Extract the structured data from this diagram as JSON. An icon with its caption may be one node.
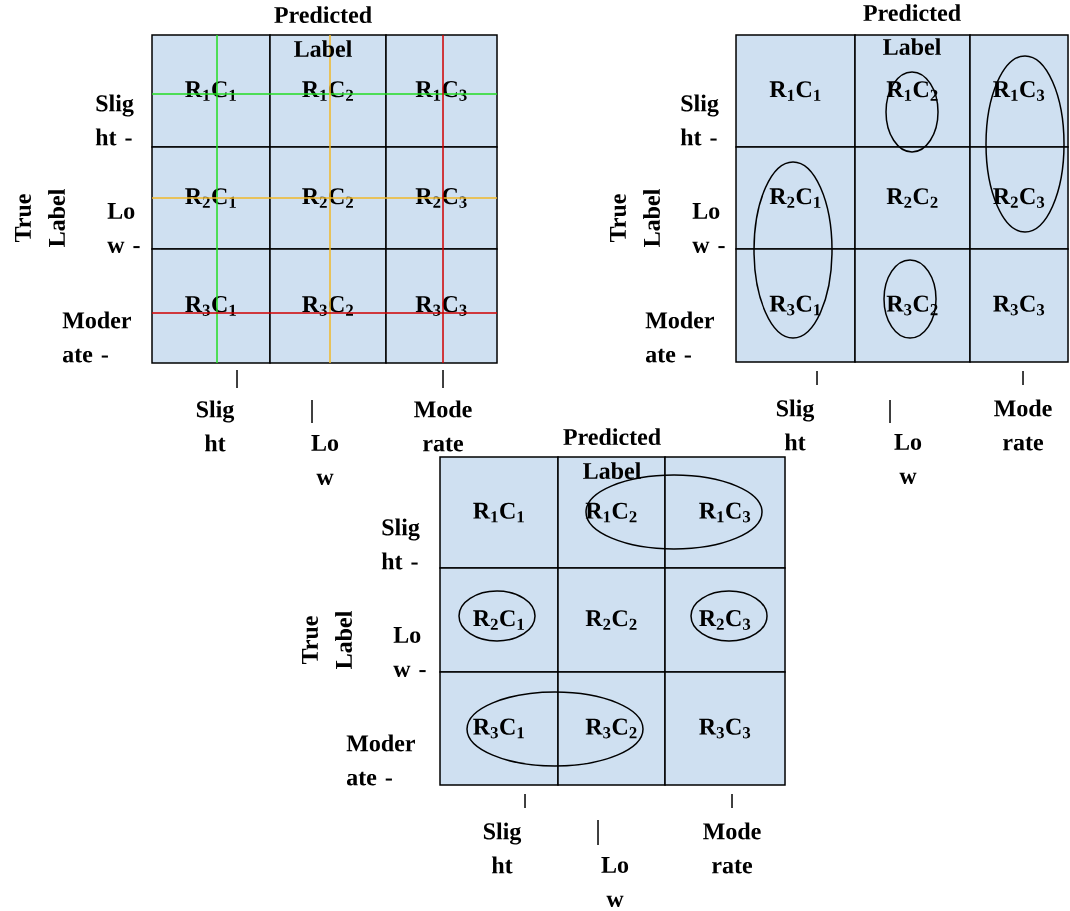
{
  "diagram": {
    "nodes": [
      {
        "text": [
          "R$_{1}$C$_{1}$"
        ]
      },
      {
        "text": [
          "R$_{1}$C$_{2}$"
        ]
      },
      {
        "text": [
          "R$_{1}$C$_{3}$"
        ]
      },
      {
        "text": [
          "R$_{2}$C$_{1}$"
        ]
      },
      {
        "text": [
          "R$_{2}$C$_{2}$"
        ]
      },
      {
        "text": [
          "R$_{2}$C$_{3}$"
        ]
      },
      {
        "text": [
          "R$_{3}$C$_{1}$"
        ]
      },
      {
        "text": [
          "R$_{3}$C$_{2}$"
        ]
      },
      {
        "text": [
          "R$_{3}$C$_{3}$"
        ]
      },
      {
        "text": [
          "R$_{1}$C$_{1}$"
        ]
      },
      {
        "text": [
          "R$_{1}$C$_{2}$"
        ]
      },
      {
        "text": [
          "R$_{1}$C$_{3}$"
        ]
      },
      {
        "text": [
          "R$_{2}$C$_{1}$"
        ]
      },
      {
        "text": [
          "R$_{2}$C$_{2}$"
        ]
      },
      {
        "text": [
          "R$_{2}$C$_{3}$"
        ]
      },
      {
        "text": [
          "R$_{3}$C$_{1}$"
        ]
      },
      {
        "text": [
          "R$_{3}$C$_{2}$"
        ]
      },
      {
        "text": [
          "R$_{3}$C$_{3}$"
        ]
      },
      {
        "text": [
          "R$_{1}$C$_{1}$"
        ]
      },
      {
        "text": [
          "R$_{1}$C$_{2}$"
        ]
      },
      {
        "text": [
          "R$_{1}$C$_{3}$"
        ]
      },
      {
        "text": [
          "R$_{2}$C$_{1}$"
        ]
      },
      {
        "text": [
          "R$_{2}$C$_{2}$"
        ]
      },
      {
        "text": [
          "R$_{2}$C$_{3}$"
        ]
      },
      {
        "text": [
          "R$_{3}$C$_{1}$"
        ]
      },
      {
        "text": [
          "R$_{3}$C$_{2}$"
        ]
      },
      {
        "text": [
          "R$_{3}$C$_{3}$"
        ]
      }
    ],
    "labels": [
      "Predicted Label",
      "Slig ht -",
      "Lo w -",
      "Moder ate -",
      "True Label",
      "Slig ht",
      "Lo w",
      "Mode rate",
      "Predicted Label",
      "Slig ht -",
      "Lo w -",
      "Moder ate -",
      "True Label",
      "Slig ht",
      "Lo w",
      "Mode rate",
      "Predicted Label",
      "Slig ht -",
      "Lo w -",
      "Moder ate -",
      "True Label",
      "Slig ht",
      "Lo w",
      "Mode rate"
    ]
  }
}
